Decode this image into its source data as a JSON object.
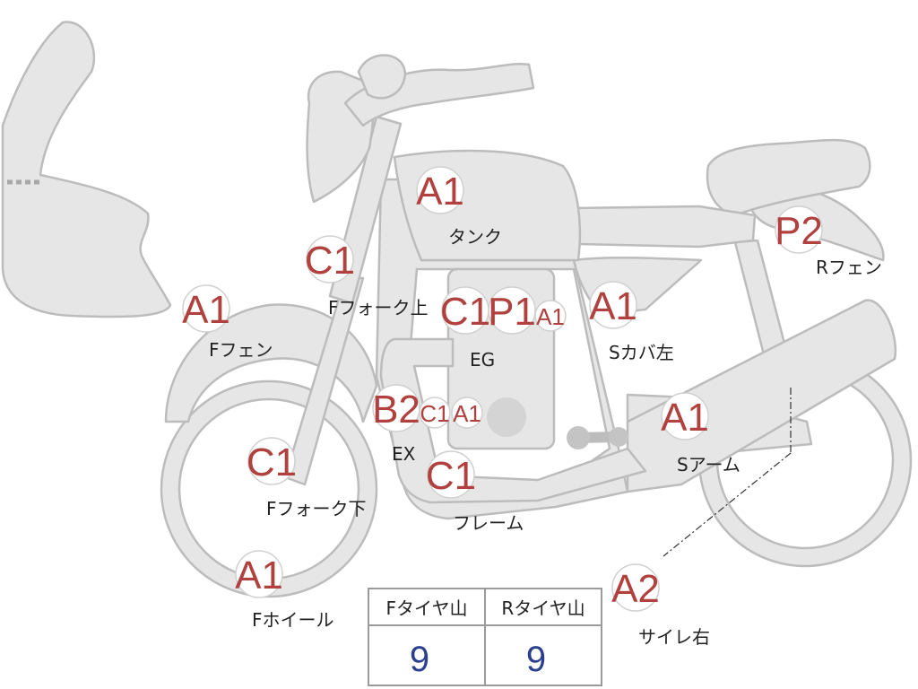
{
  "markers": [
    {
      "id": "tank",
      "grade": "A1",
      "part": "タンク"
    },
    {
      "id": "f-fork-upper",
      "grade": "C1",
      "part": "Fフォーク上"
    },
    {
      "id": "f-fender",
      "grade": "A1",
      "part": "Fフェン"
    },
    {
      "id": "engine-c",
      "grade": "C1",
      "part": "EG"
    },
    {
      "id": "engine-p",
      "grade": "P1",
      "part": ""
    },
    {
      "id": "engine-a",
      "grade": "A1",
      "part": ""
    },
    {
      "id": "side-cover-left",
      "grade": "A1",
      "part": "Sカバ左"
    },
    {
      "id": "r-fender",
      "grade": "P2",
      "part": "Rフェン"
    },
    {
      "id": "exhaust-b",
      "grade": "B2",
      "part": "EX"
    },
    {
      "id": "exhaust-c",
      "grade": "C1",
      "part": ""
    },
    {
      "id": "exhaust-a",
      "grade": "A1",
      "part": ""
    },
    {
      "id": "swing-arm",
      "grade": "A1",
      "part": "Sアーム"
    },
    {
      "id": "f-fork-lower",
      "grade": "C1",
      "part": "Fフォーク下"
    },
    {
      "id": "frame",
      "grade": "C1",
      "part": "フレーム"
    },
    {
      "id": "f-wheel",
      "grade": "A1",
      "part": "Fホイール"
    },
    {
      "id": "silencer-right",
      "grade": "A2",
      "part": "サイレ右"
    }
  ],
  "tire_table": {
    "headers": [
      "Fタイヤ山",
      "Rタイヤ山"
    ],
    "values": [
      "9",
      "9"
    ]
  },
  "colors": {
    "body_fill": "#e6e6e6",
    "outline": "#bcbcbc",
    "grade_text": "#b0413e",
    "value_text": "#2a3f8f"
  }
}
